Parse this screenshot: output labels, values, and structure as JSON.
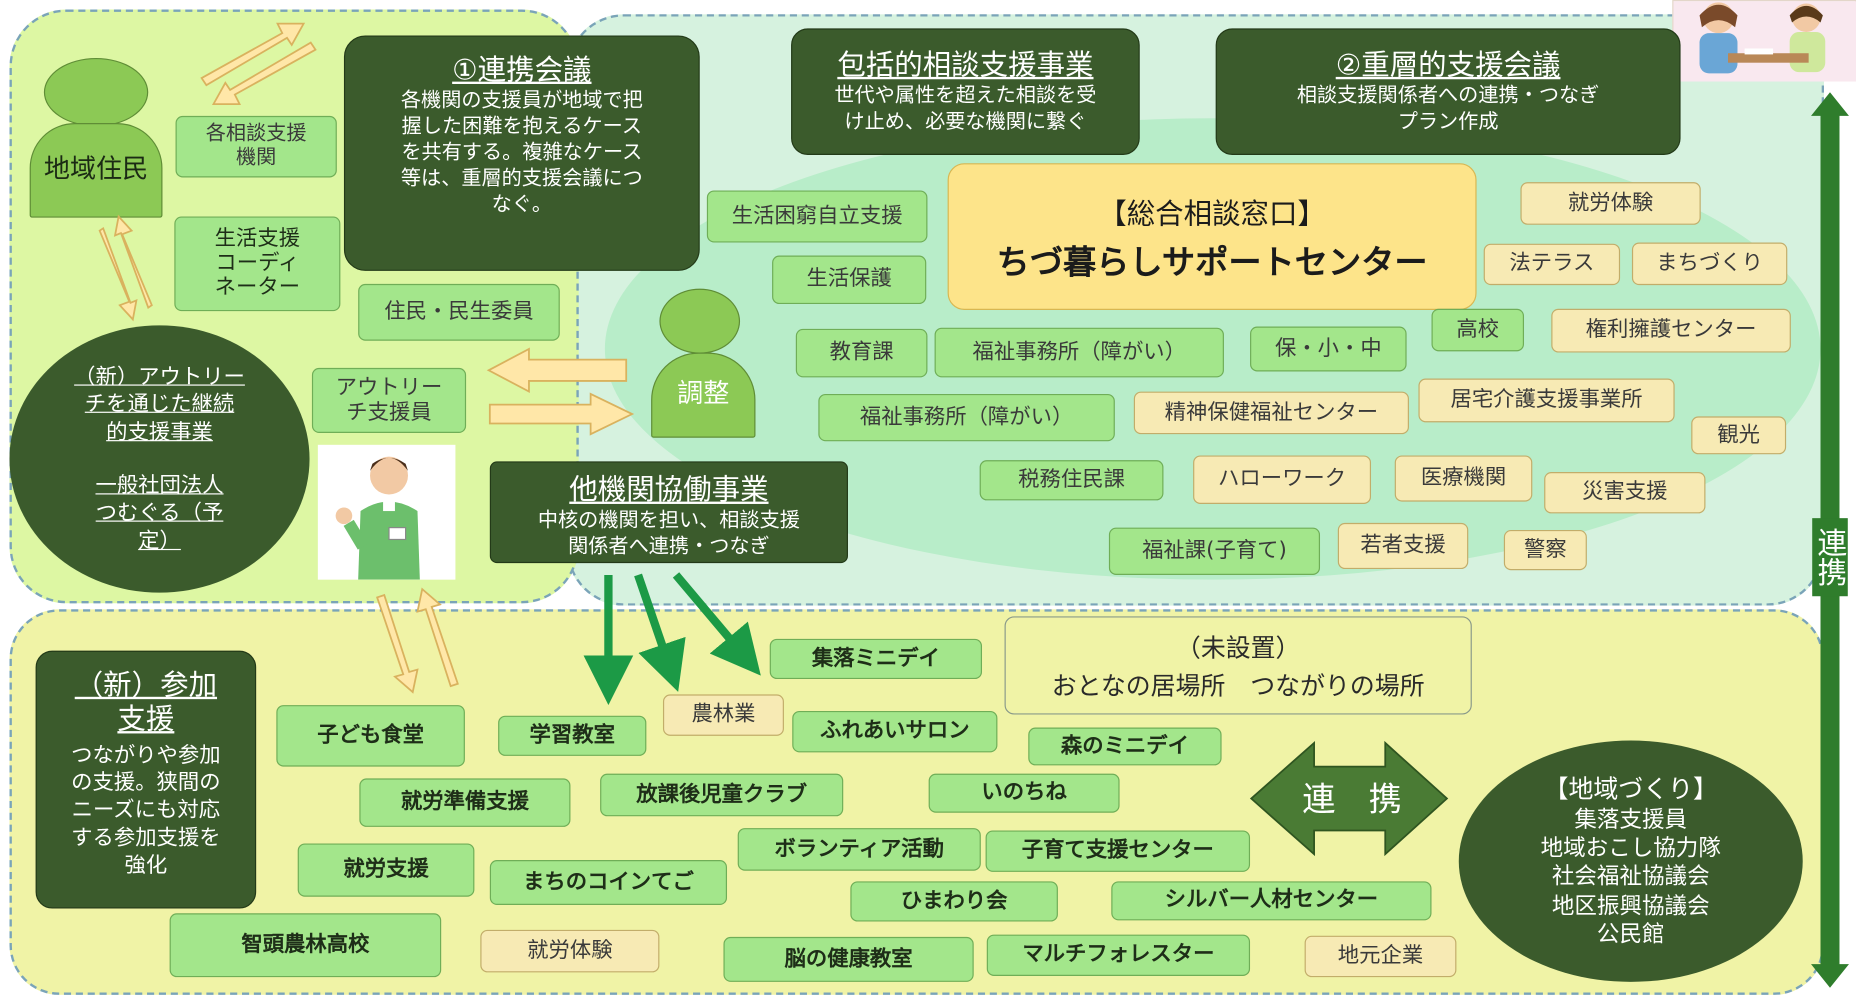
{
  "renkei_kaigi": {
    "title": "①連携会議",
    "body": [
      "各機関の支援員が地域で把",
      "握した困難を抱えるケース",
      "を共有する。複雑なケース",
      "等は、重層的支援会議につ",
      "なぐ。"
    ]
  },
  "houkatsu": {
    "title": "包括的相談支援事業",
    "body": [
      "世代や属性を超えた相談を受",
      "け止め、必要な機関に繋ぐ"
    ]
  },
  "juso_kaigi": {
    "title": "②重層的支援会議",
    "body": [
      "相談支援関係者への連携・つなぎ",
      "プラン作成"
    ]
  },
  "center": {
    "line1": "【総合相談窓口】",
    "line2": "ちづ暮らしサポートセンター"
  },
  "takikan": {
    "title": "他機関協働事業",
    "body": [
      "中核の機関を担い、相談支援",
      "関係者へ連携・つなぎ"
    ]
  },
  "resident": {
    "label": "地域住民"
  },
  "coordination": {
    "label": "調整"
  },
  "outreach": {
    "lines": [
      "（新）アウトリー",
      "チを通じた継続",
      "的支援事業",
      "",
      "一般社団法人",
      "つむぐる（予",
      "定）"
    ]
  },
  "sanka": {
    "title": [
      "（新）参加",
      "支援"
    ],
    "body": [
      "つながりや参加",
      "の支援。狭間の",
      "ニーズにも対応",
      "する参加支援を",
      "強化"
    ]
  },
  "chiiki_zukuri": {
    "lines": [
      "【地域づくり】",
      "集落支援員",
      "地域おこし協力隊",
      "社会福祉協議会",
      "地区振興協議会",
      "公民館"
    ]
  },
  "misetchi": {
    "line1": "（未設置）",
    "line2": "おとなの居場所　つながりの場所"
  },
  "renkei_horizontal": "連　携",
  "renkei_vertical": "連携",
  "top_left_boxes": {
    "kaku_soudan": "各相談支援\n機関",
    "seikatsu_coord": "生活支援\nコーディ\nネーター",
    "jumin_minsei": "住民・民生委員",
    "outreach_staff": "アウトリー\nチ支援員"
  },
  "upper_boxes": {
    "seikatsu_konkyu": "生活困窮自立支援",
    "seikatsu_hogo": "生活保護",
    "kyoiku": "教育課",
    "fukushi1": "福祉事務所（障がい）",
    "hoshochu": "保・小・中",
    "koko": "高校",
    "fukushi2": "福祉事務所（障がい）",
    "zeimu": "税務住民課",
    "fukushi_kosodate": "福祉課(子育て)",
    "shuro_taiken": "就労体験",
    "ho_terasu": "法テラス",
    "machizukuri": "まちづくり",
    "kenri_yogo": "権利擁護センター",
    "kyotaku": "居宅介護支援事業所",
    "kanko": "観光",
    "seishin": "精神保健福祉センター",
    "hello_work": "ハローワーク",
    "iryo": "医療機関",
    "saigai": "災害支援",
    "wakamono": "若者支援",
    "keisatsu": "警察"
  },
  "lower_boxes": {
    "shuraku_miniday": "集落ミニデイ",
    "norin": "農林業",
    "kodomo_shokudo": "子ども食堂",
    "gakushu": "学習教室",
    "fureai": "ふれあいサロン",
    "mori_miniday": "森のミニデイ",
    "shuro_junbi": "就労準備支援",
    "hokago": "放課後児童クラブ",
    "inochine": "いのちね",
    "shuro_shien": "就労支援",
    "volunteer": "ボランティア活動",
    "kosodate_center": "子育て支援センター",
    "machi_coin": "まちのコインてご",
    "himawari": "ひまわり会",
    "silver": "シルバー人材センター",
    "chizu_norin": "智頭農林高校",
    "shuro_taiken2": "就労体験",
    "no_kenko": "脳の健康教室",
    "multi_forester": "マルチフォレスター",
    "jimoto": "地元企業"
  },
  "colors": {
    "light_green": "#ddf7a3",
    "mint": "#b8edc9",
    "box_green": "#a3e68b",
    "dark_green": "#3b5b2c",
    "beige": "#f7eab4",
    "lower_yellow": "#f0f3a6",
    "highlight": "#fde48a",
    "arrow_green": "#1c9a46"
  }
}
